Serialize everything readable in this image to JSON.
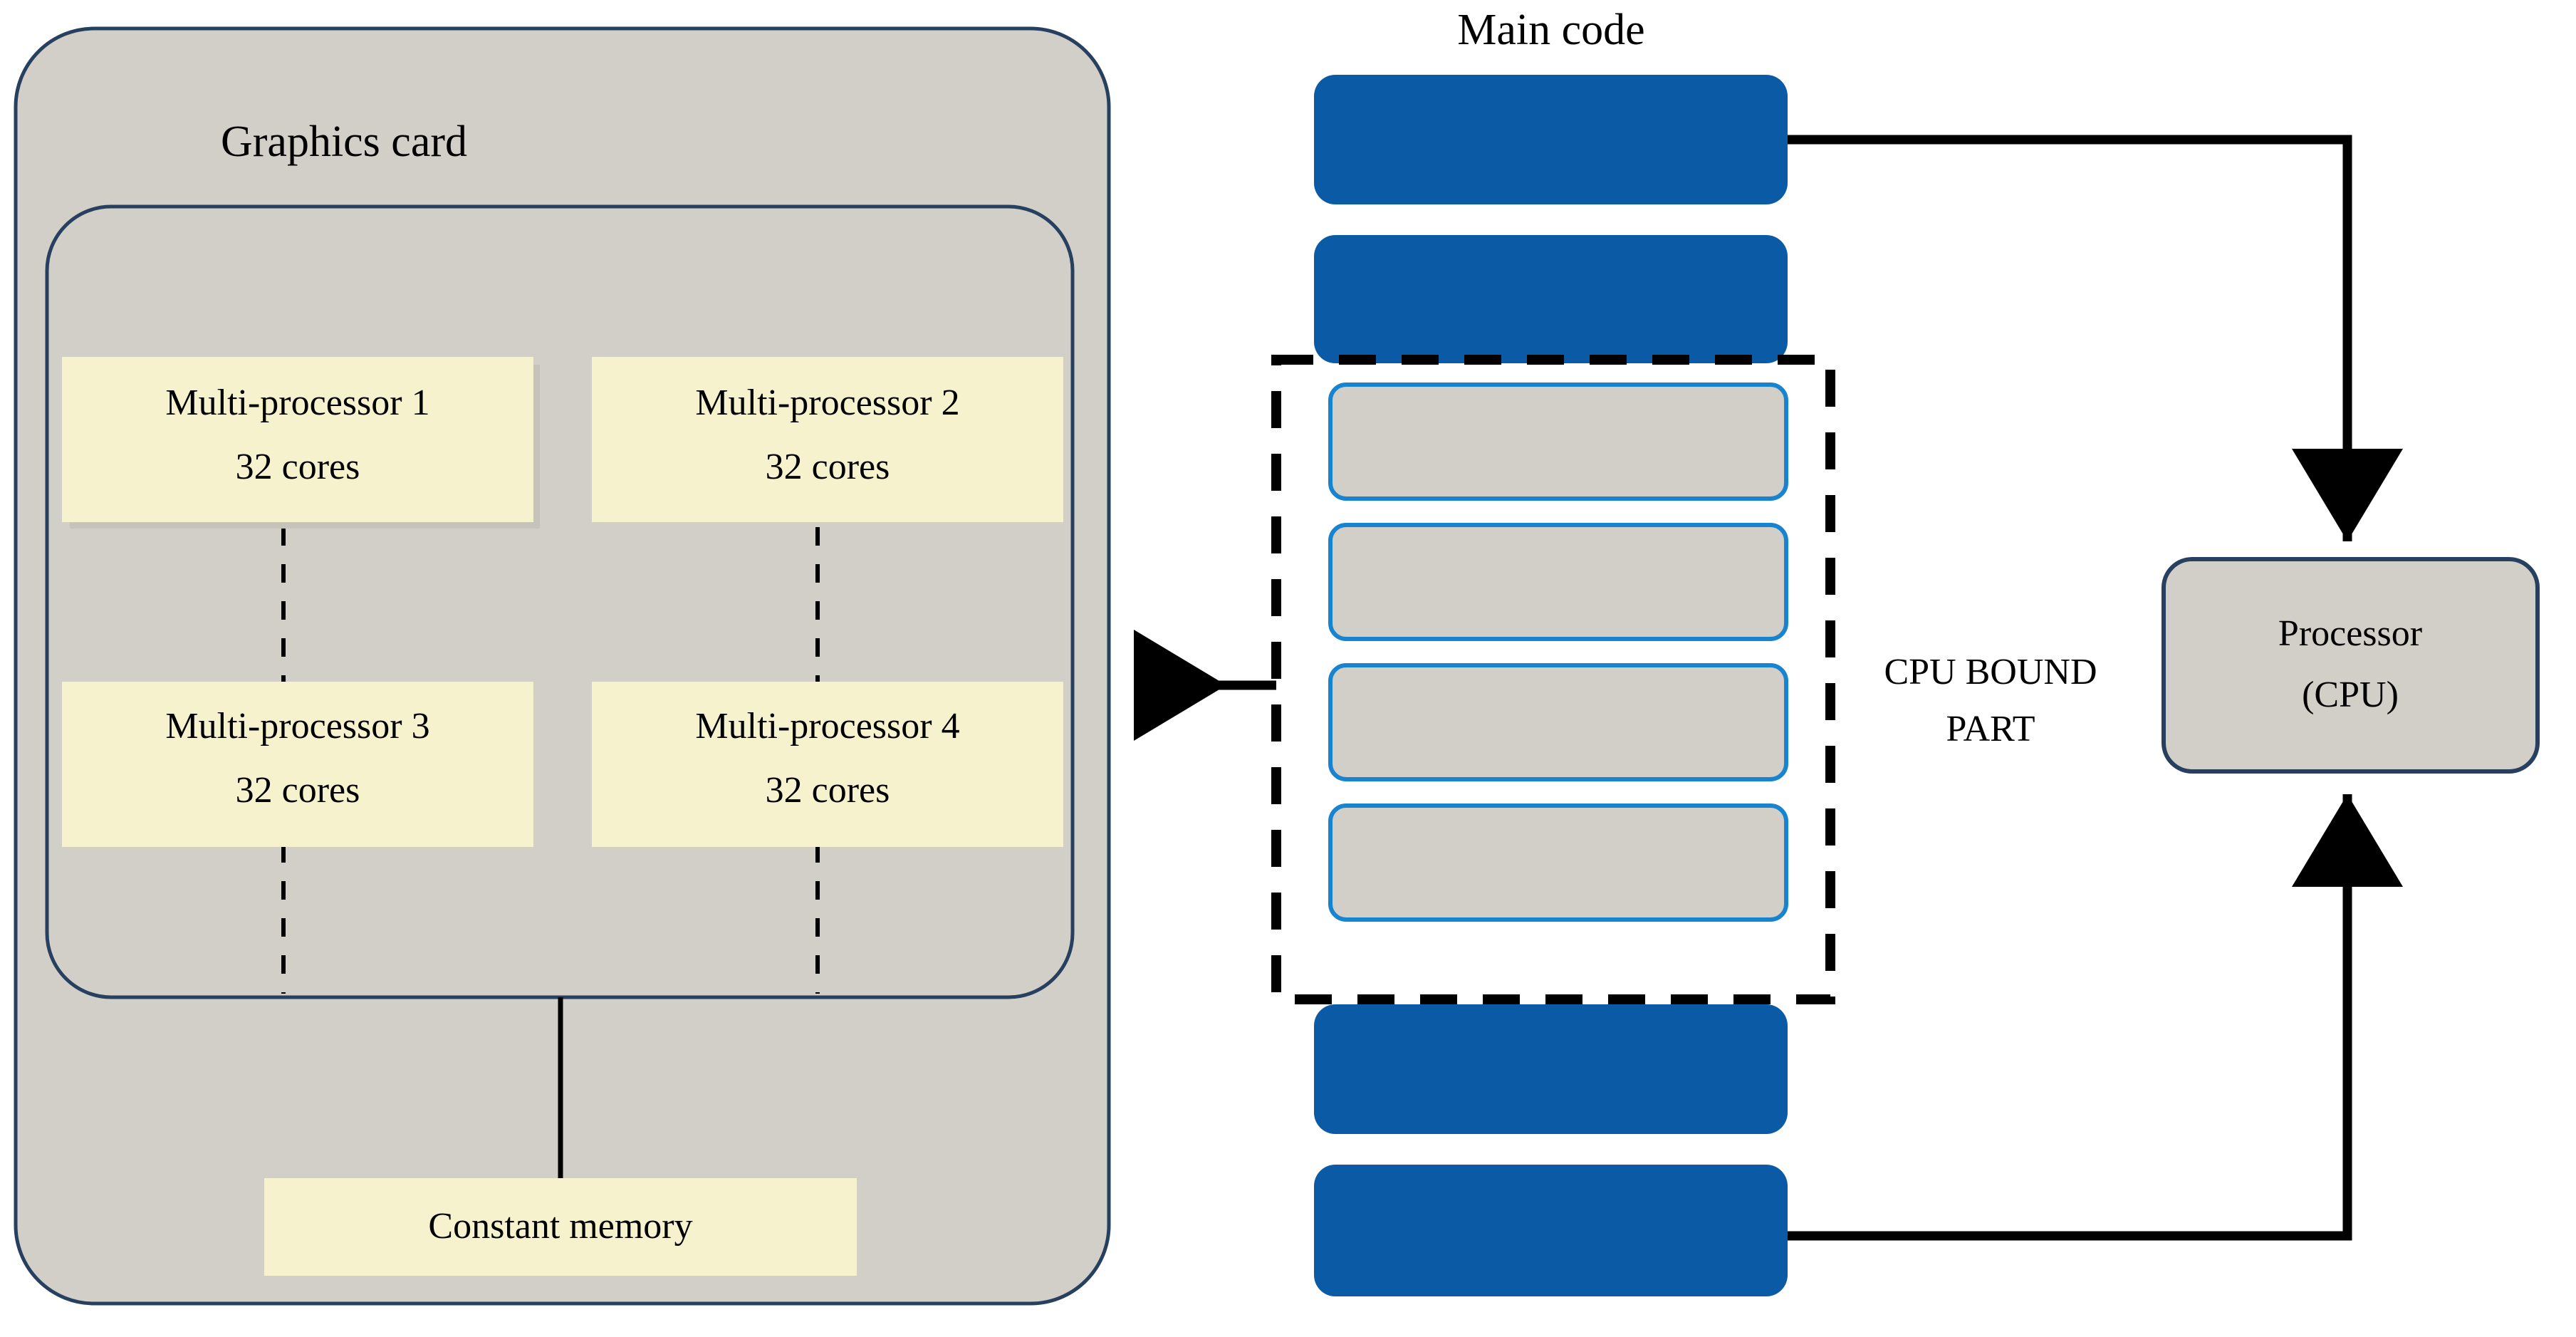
{
  "figure": {
    "kind": "architecture-block-diagram",
    "background_color": "#ffffff"
  },
  "colors": {
    "gpu_card_fill": "#d2cec8",
    "gpu_card_border": "#27405f",
    "multiprocessor_fill": "#f7f2ce",
    "multiprocessor_border": "#f7f2ce",
    "main_code_block_fill": "#0a5aa6",
    "gpu_bound_block_fill": "#d2cec8",
    "gpu_bound_block_border": "#1884cf",
    "processor_fill": "#d2cec8",
    "processor_border": "#27405f",
    "connector": "#000000",
    "dashed_boundary": "#000000",
    "text": "#000000"
  },
  "graphics_card": {
    "title": "Graphics card",
    "multiprocessors": [
      {
        "name": "Multi-processor 1",
        "cores": "32 cores"
      },
      {
        "name": "Multi-processor 2",
        "cores": "32 cores"
      },
      {
        "name": "Multi-processor 3",
        "cores": "32 cores"
      },
      {
        "name": "Multi-processor 4",
        "cores": "32 cores"
      }
    ],
    "constant_memory": "Constant memory"
  },
  "main_code": {
    "title": "Main code",
    "blocks": [
      {
        "id": "block-1",
        "label": "",
        "style": "main-code"
      },
      {
        "id": "block-2",
        "label": "",
        "style": "main-code"
      },
      {
        "id": "block-3",
        "label": "",
        "style": "gpu-offloaded"
      },
      {
        "id": "block-4",
        "label": "",
        "style": "gpu-offloaded"
      },
      {
        "id": "block-5",
        "label": "",
        "style": "gpu-offloaded"
      },
      {
        "id": "block-6",
        "label": "",
        "style": "gpu-offloaded"
      },
      {
        "id": "block-7",
        "label": "",
        "style": "main-code"
      },
      {
        "id": "block-8",
        "label": "",
        "style": "main-code"
      }
    ]
  },
  "cpu_bound": {
    "label_line_1": "CPU BOUND",
    "label_line_2": "PART"
  },
  "processor": {
    "label_line_1": "Processor",
    "label_line_2": "(CPU)"
  }
}
